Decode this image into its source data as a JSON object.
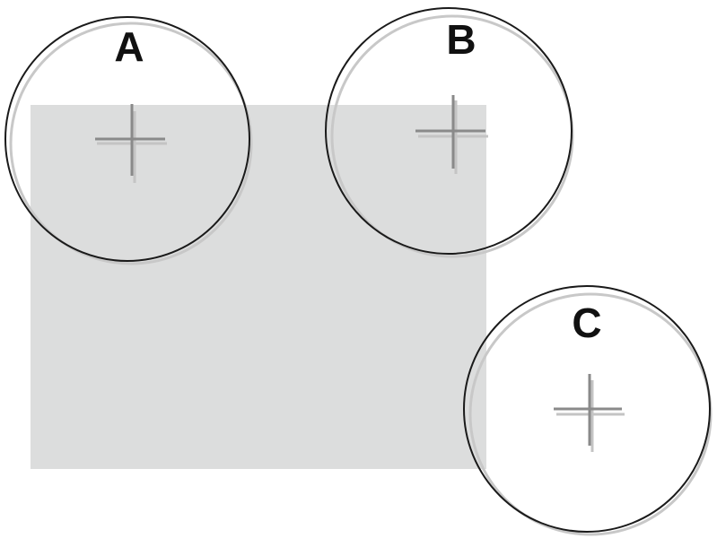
{
  "colors": {
    "background": "#ffffff",
    "rectangle_fill": "#dcdddd",
    "circle_stroke": "#1a1a1a",
    "circle_shadow": "#c8c8c8",
    "crosshair_main": "#8a8a8a",
    "crosshair_shadow": "#c4c4c4",
    "label": "#111111"
  },
  "icons": {
    "marker": "crosshair-icon"
  },
  "circles": [
    {
      "label": "A"
    },
    {
      "label": "B"
    },
    {
      "label": "C"
    }
  ]
}
